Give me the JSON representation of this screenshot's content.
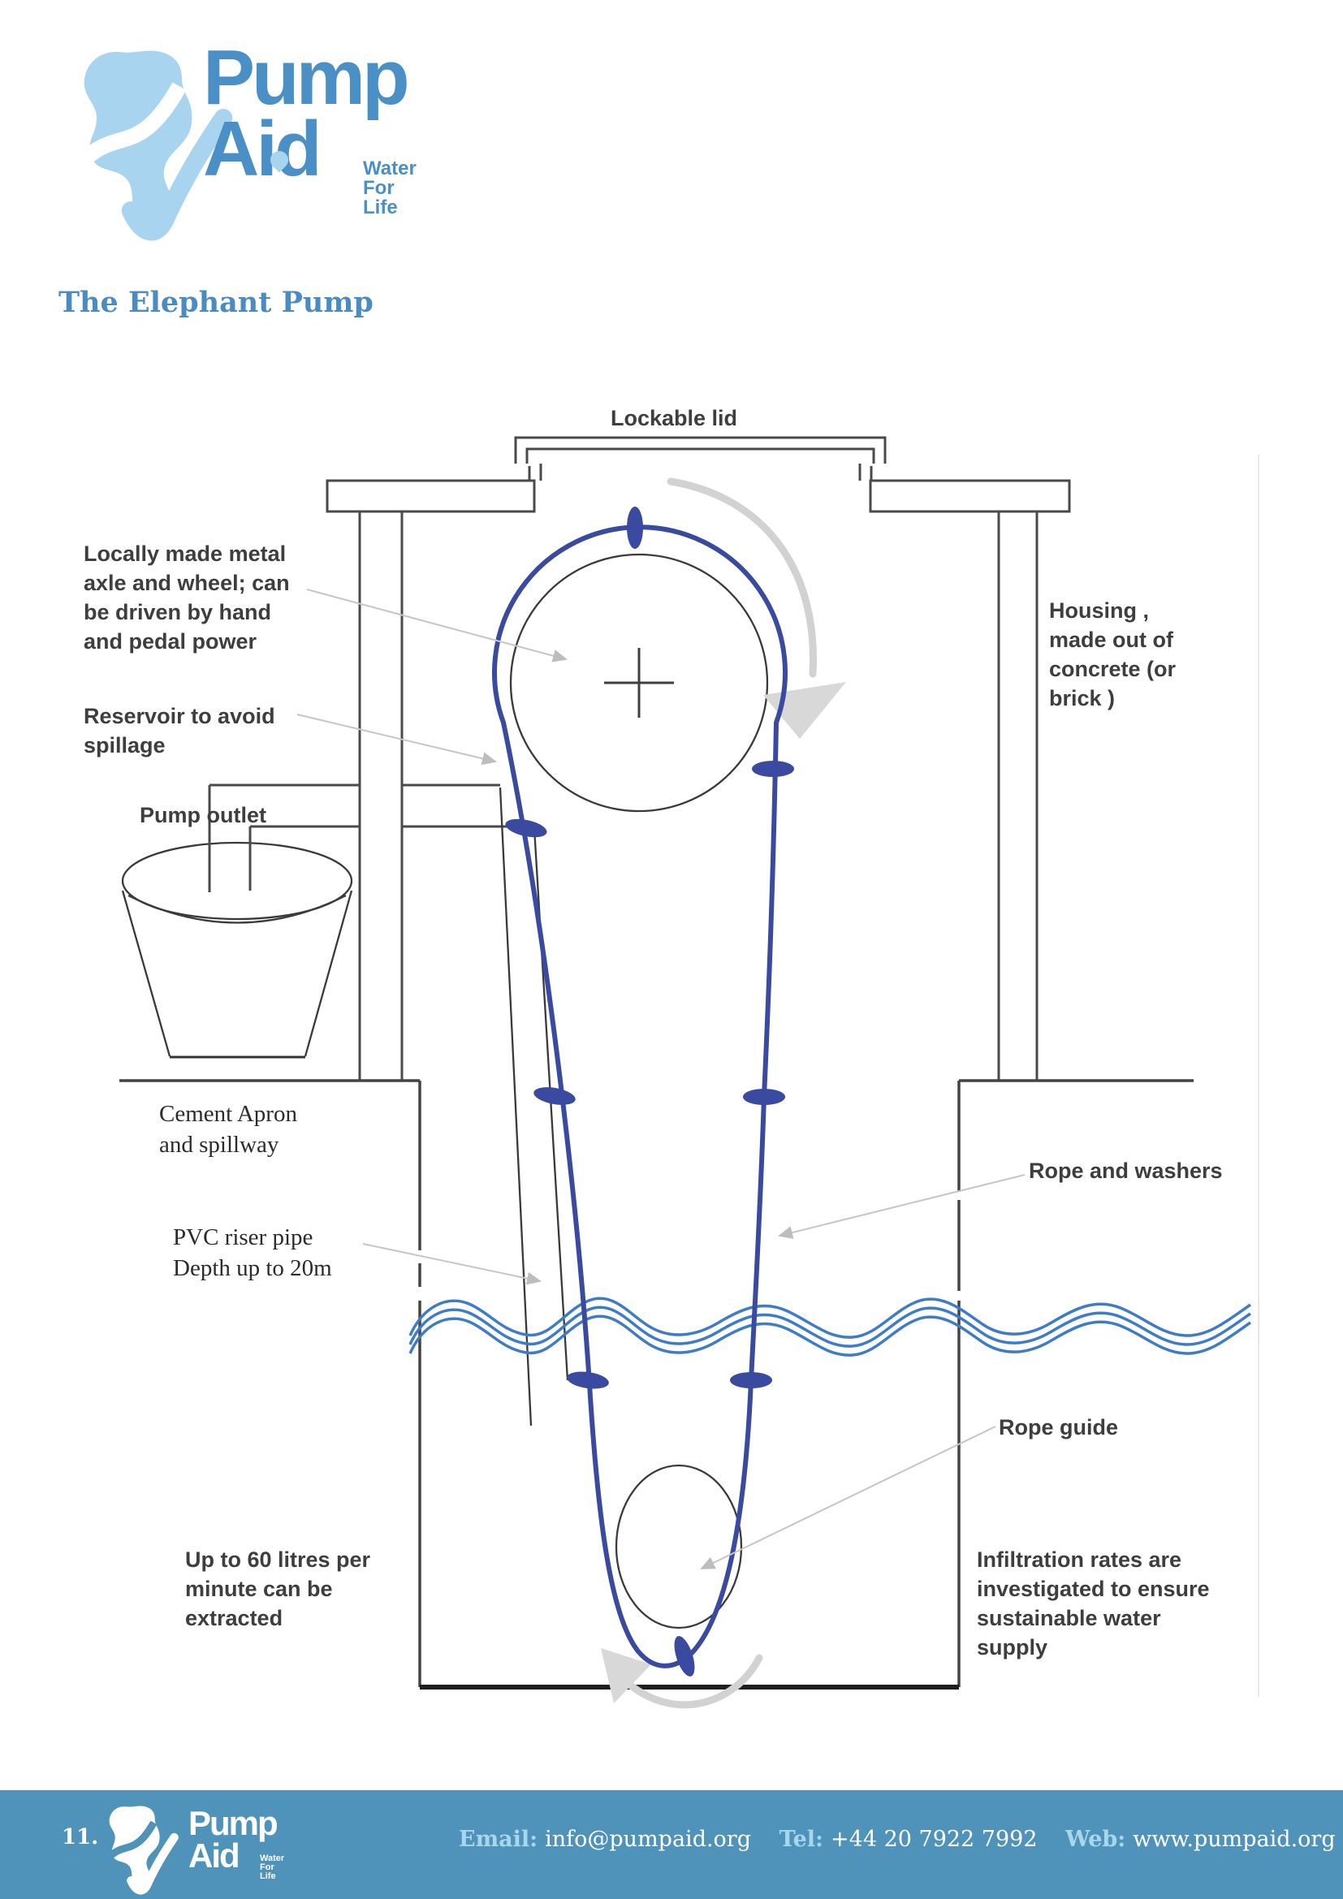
{
  "colors": {
    "brand": "#4a90c6",
    "light": "#a9d4f0",
    "title": "#4a8cc2",
    "rope": "#3a4aa0",
    "water": "#3e7cc7",
    "footer": "#4f93bb",
    "footerlabel": "#a8d7ec"
  },
  "header": {
    "brand_line1": "Pump",
    "brand_line2": "Aid",
    "tagline": "Water\nFor\nLife"
  },
  "title": {
    "text": "The Elephant Pump"
  },
  "diagram": {
    "labels": {
      "lockable_lid": "Lockable lid",
      "axle_wheel": "Locally made metal\naxle and wheel; can\nbe driven by hand\nand pedal power",
      "housing": "Housing ,\nmade out of\nconcrete (or\nbrick )",
      "reservoir": "Reservoir to avoid\nspillage",
      "pump_outlet": "Pump outlet",
      "cement_apron": "Cement Apron\nand spillway",
      "rope_washers": "Rope and washers",
      "pvc_riser": "PVC riser pipe\nDepth up to 20m",
      "rope_guide": "Rope guide",
      "litres": "Up to 60 litres per\nminute can be\nextracted",
      "infiltration": "Infiltration rates are\ninvestigated to ensure\nsustainable water\nsupply"
    }
  },
  "footer": {
    "page_number": "11.",
    "brand_line1": "Pump",
    "brand_line2": "Aid",
    "tagline": "Water\nFor\nLife",
    "contact": {
      "email_label": "Email:",
      "email_value": "info@pumpaid.org",
      "tel_label": "Tel:",
      "tel_value": "+44 20 7922 7992",
      "web_label": "Web:",
      "web_value": "www.pumpaid.org"
    }
  }
}
